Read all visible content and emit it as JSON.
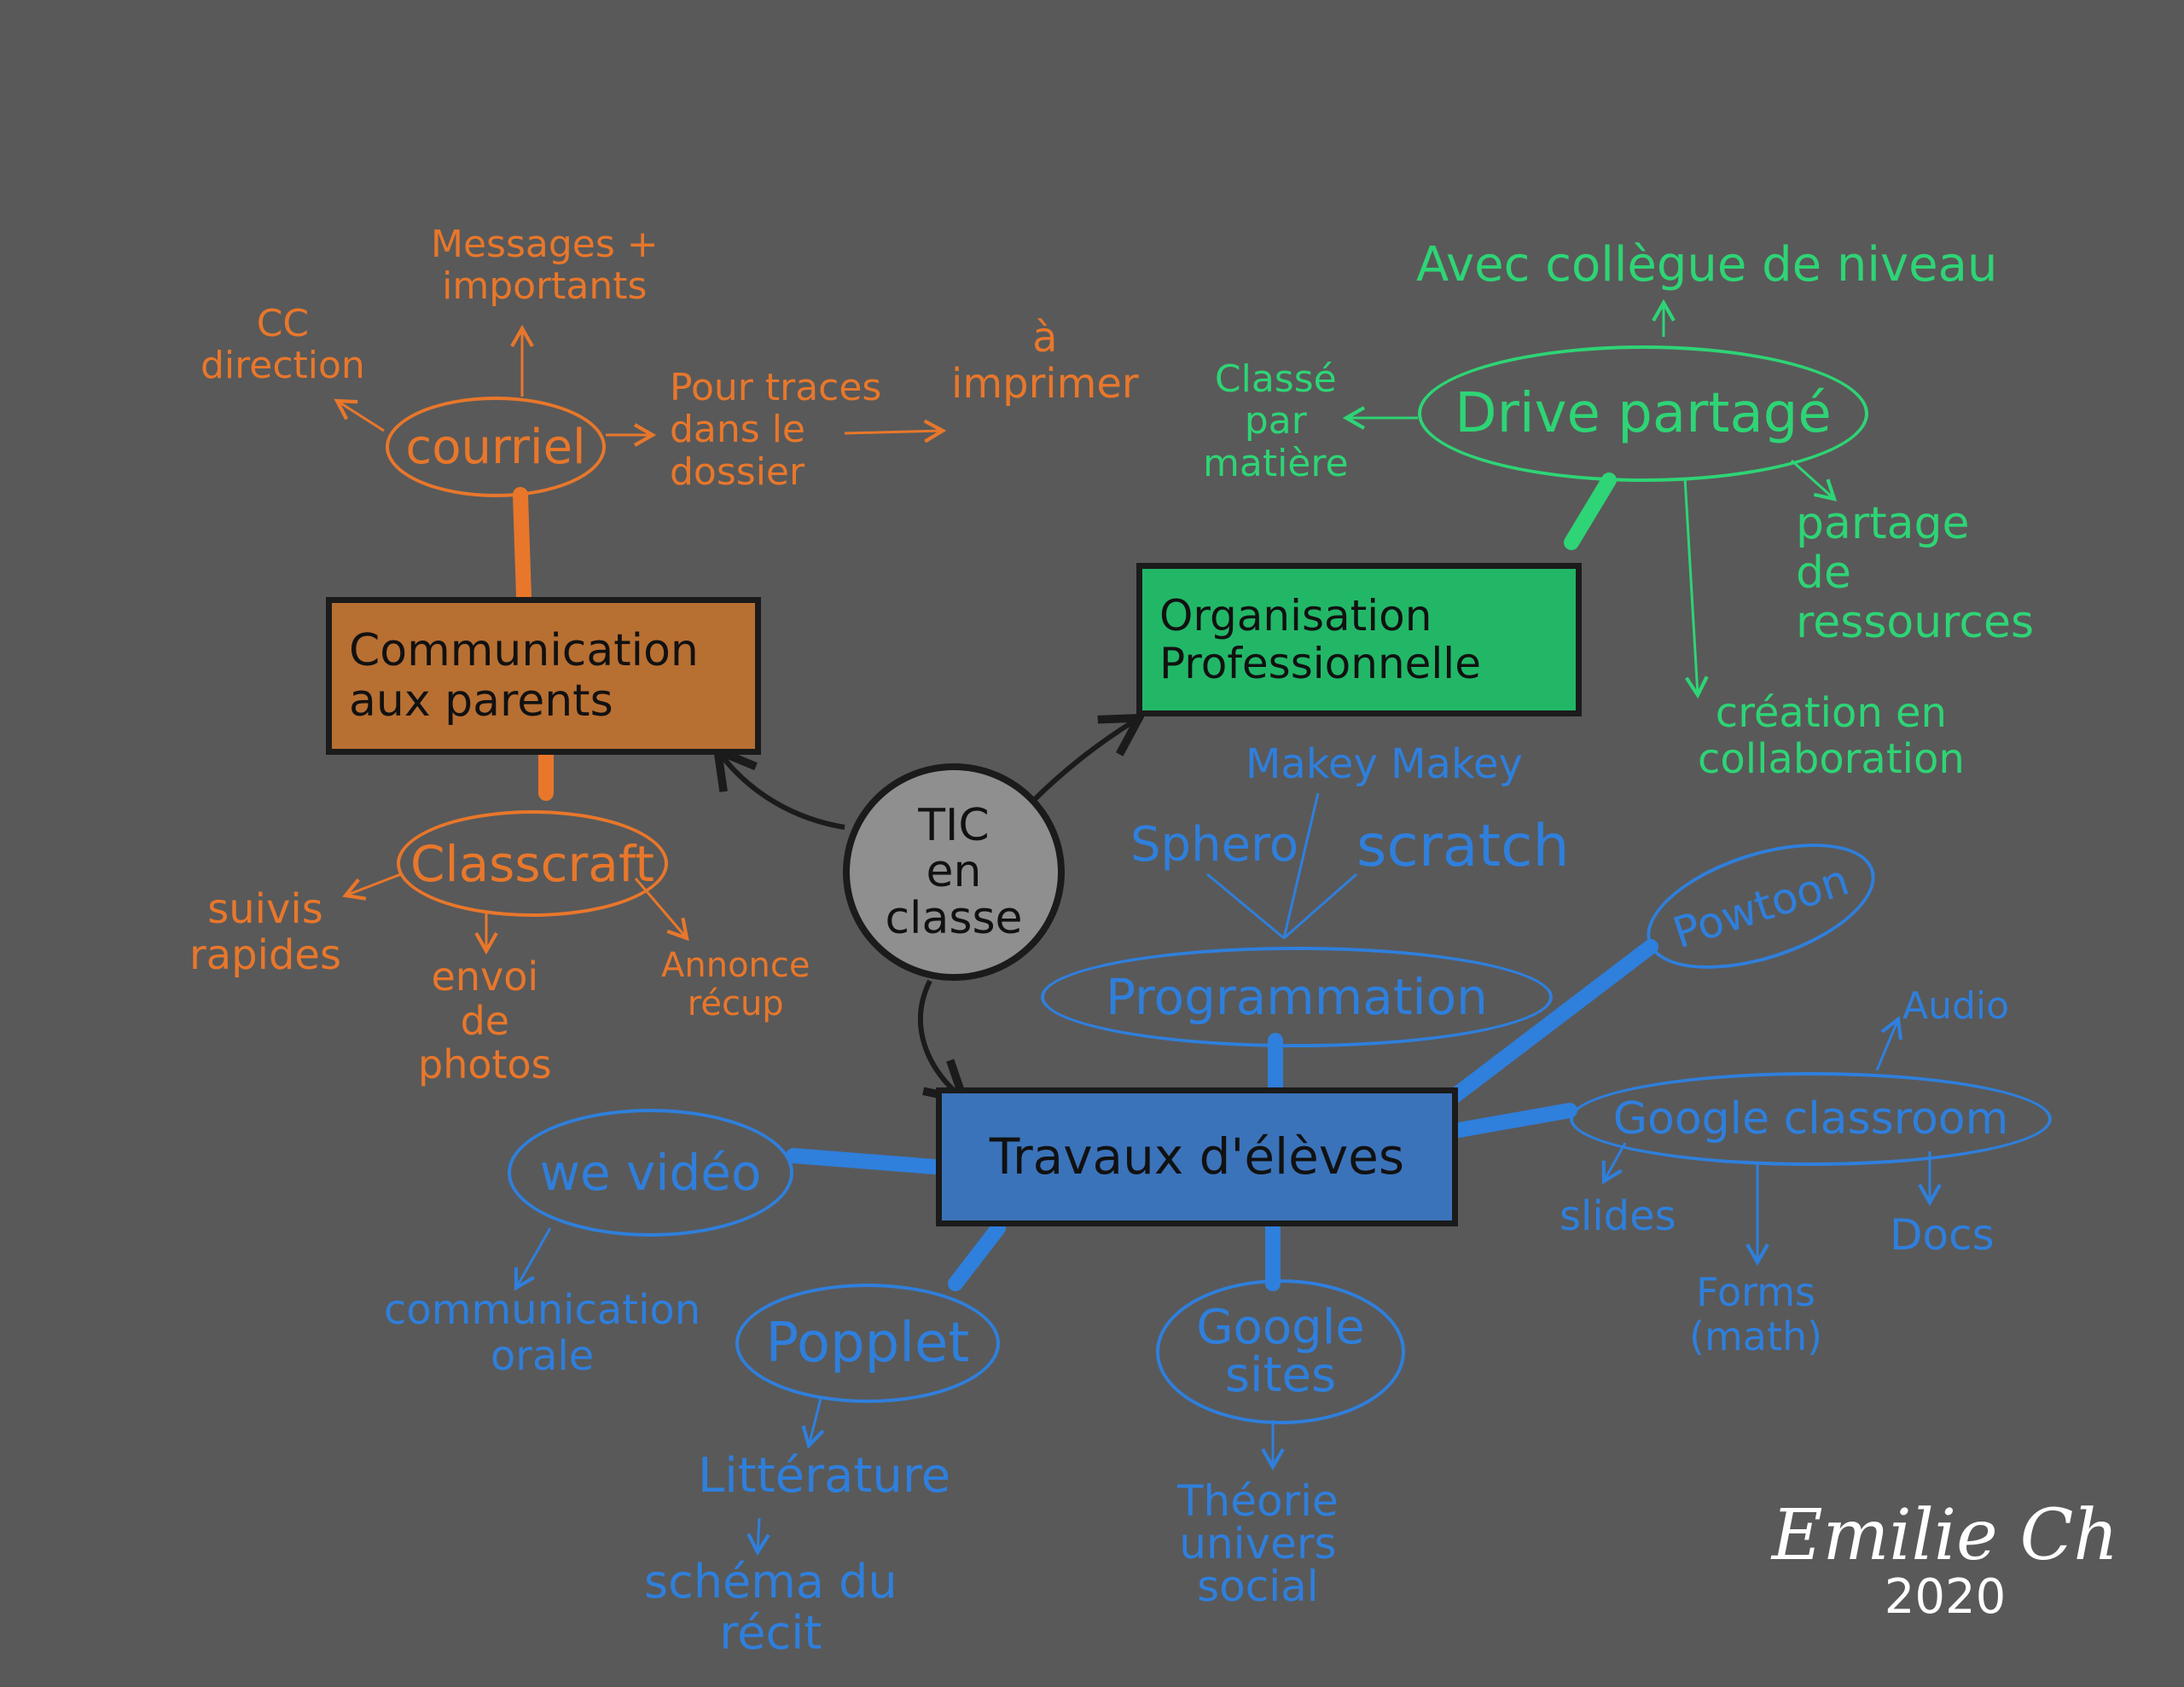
{
  "colors": {
    "background": "#595959",
    "communication": "#e8772b",
    "communication_box": "#b86f32",
    "organisation": "#2ed475",
    "organisation_box": "#22b767",
    "travaux": "#2f7fdc",
    "travaux_box": "#3b73ba",
    "center": "#8f8f8f",
    "ink": "#1b1b1b",
    "signature": "#ffffff"
  },
  "center": {
    "text": "TIC\nen\nclasse"
  },
  "communication": {
    "box": "Communication\naux parents",
    "courriel": {
      "label": "courriel",
      "children": [
        "CC\ndirection",
        "Messages +\nimportants",
        "Pour traces\ndans le\ndossier"
      ],
      "imprimer": "à\nimprimer"
    },
    "classcraft": {
      "label": "Classcraft",
      "children": [
        "suivis\nrapides",
        "envoi\nde\nphotos",
        "Annonce\nrécup"
      ]
    }
  },
  "organisation": {
    "box": "Organisation\nProfessionnelle",
    "drive": {
      "label": "Drive partagé",
      "children": [
        "Avec collègue de niveau",
        "Classé\npar\nmatière",
        "partage\nde\nressources",
        "création en\ncollaboration"
      ]
    }
  },
  "travaux": {
    "box": "Travaux d'élèves",
    "programmation": {
      "label": "Programmation",
      "children": [
        "Makey Makey",
        "Sphero",
        "scratch"
      ]
    },
    "powtoon": "Powtoon",
    "google_classroom": {
      "label": "Google classroom",
      "children": [
        "Audio",
        "slides",
        "Forms\n(math)",
        "Docs"
      ]
    },
    "we_video": {
      "label": "we vidéo",
      "children": [
        "communication\norale"
      ]
    },
    "popplet": {
      "label": "Popplet",
      "children": [
        "Littérature",
        "schéma du\nrécit"
      ]
    },
    "google_sites": {
      "label": "Google\nsites",
      "children": [
        "Théorie\nunivers\nsocial"
      ]
    }
  },
  "signature": {
    "name": "Emilie Ch",
    "year": "2020"
  }
}
